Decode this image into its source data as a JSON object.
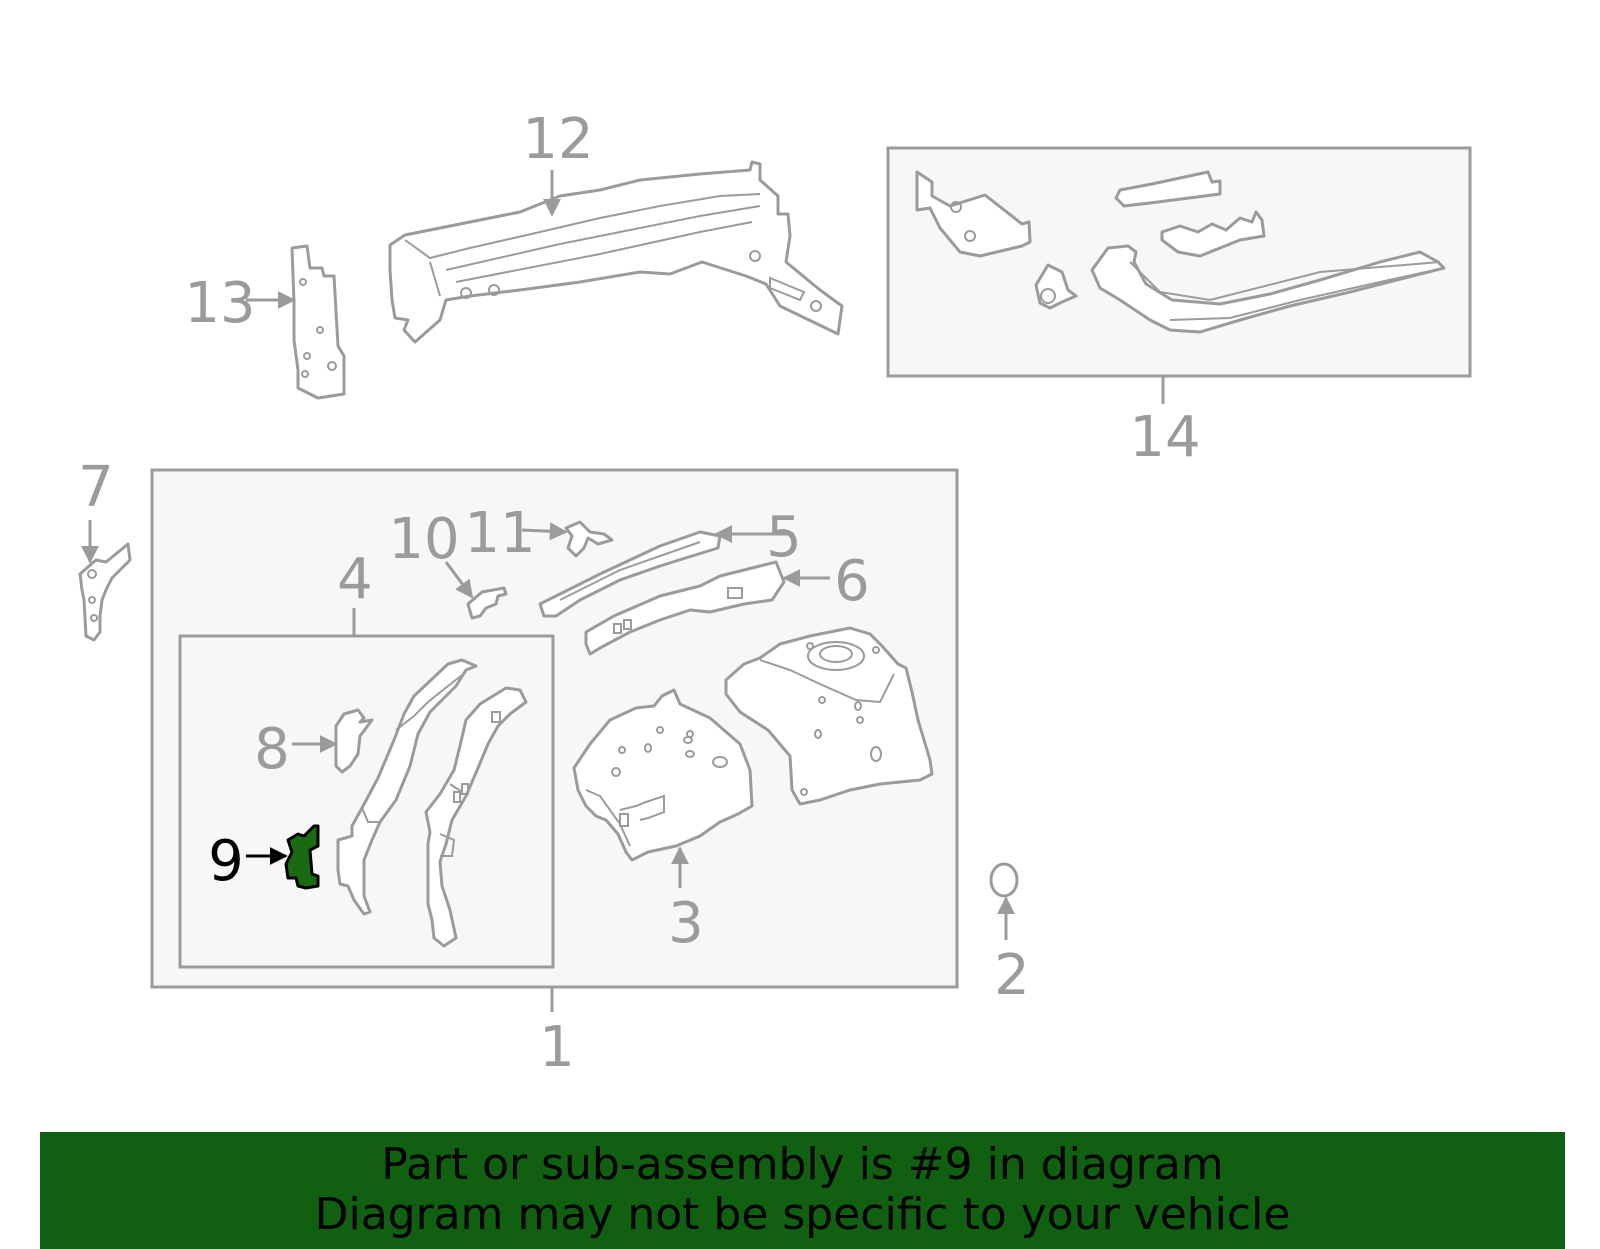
{
  "diagram": {
    "callouts": {
      "c1": "1",
      "c2": "2",
      "c3": "3",
      "c4": "4",
      "c5": "5",
      "c6": "6",
      "c7": "7",
      "c8": "8",
      "c9": "9",
      "c10": "10",
      "c11": "11",
      "c12": "12",
      "c13": "13",
      "c14": "14"
    },
    "highlighted_part": "9",
    "colors": {
      "highlight": "#1a6a14",
      "banner": "#116011",
      "line": "#9b9b9b",
      "box_fill": "#f7f7f7"
    }
  },
  "banner": {
    "line1": "Part or sub-assembly is #9 in diagram",
    "line2": "Diagram may not be specific to your vehicle"
  }
}
